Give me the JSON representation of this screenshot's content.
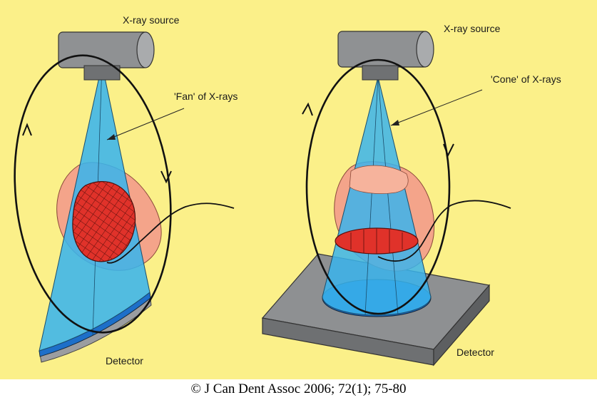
{
  "colors": {
    "background": "#fbf089",
    "beam": "#3ab4ec",
    "detector_blue": "#1d6fc9",
    "head": "#f4a48a",
    "brain": "#e0322a",
    "source_gray": "#8f9193",
    "orbit": "#111111"
  },
  "left_panel": {
    "source_label": "X-ray source",
    "beam_label": "'Fan' of X-rays",
    "detector_label": "Detector"
  },
  "right_panel": {
    "source_label": "X-ray source",
    "beam_label": "'Cone' of X-rays",
    "detector_label": "Detector"
  },
  "caption": "© J Can Dent Assoc 2006; 72(1); 75-80"
}
